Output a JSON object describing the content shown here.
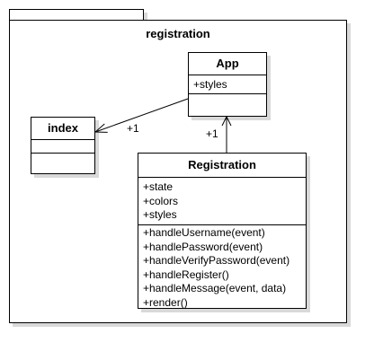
{
  "package": {
    "name": "registration"
  },
  "classes": {
    "app": {
      "name": "App",
      "attributes": [
        "+styles"
      ],
      "operations": []
    },
    "index": {
      "name": "index",
      "attributes": [],
      "operations": []
    },
    "registration": {
      "name": "Registration",
      "attributes": [
        "+state",
        "+colors",
        "+styles"
      ],
      "operations": [
        "+handleUsername(event)",
        "+handlePassword(event)",
        "+handleVerifyPassword(event)",
        "+handleRegister()",
        "+handleMessage(event, data)",
        "+render()"
      ]
    }
  },
  "associations": {
    "app_to_index": {
      "multiplicity": "+1"
    },
    "registration_to_app": {
      "multiplicity": "+1"
    }
  }
}
